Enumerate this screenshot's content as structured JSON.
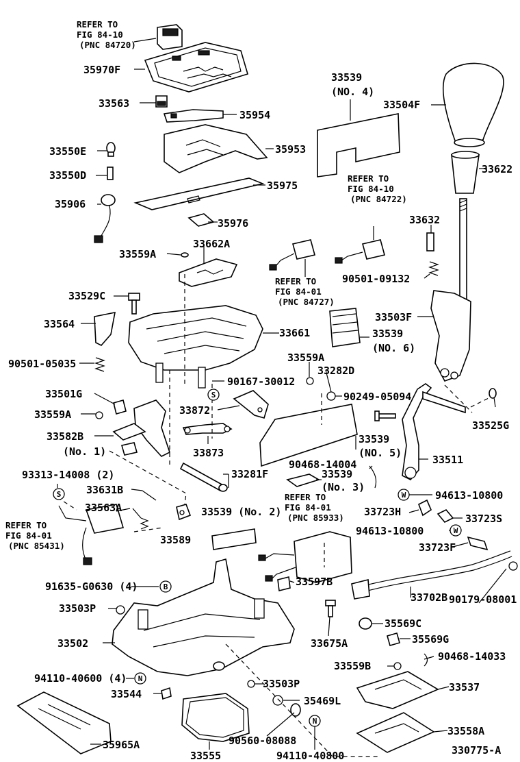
{
  "refs": [
    {
      "key": "r1",
      "lines": [
        "REFER TO",
        "FIG 84-10",
        "(PNC 84720)"
      ]
    },
    {
      "key": "r2",
      "lines": [
        "REFER TO",
        "FIG 84-10",
        "(PNC 84722)"
      ]
    },
    {
      "key": "r3",
      "lines": [
        "REFER TO",
        "FIG 84-01",
        "(PNC 84727)"
      ]
    },
    {
      "key": "r4",
      "lines": [
        "REFER TO",
        "FIG 84-01",
        "(PNC 85933)"
      ]
    },
    {
      "key": "r5",
      "lines": [
        "REFER TO",
        "FIG 84-01",
        "(PNC 85431)"
      ]
    }
  ],
  "labels": {
    "p35970F": "35970F",
    "p33563": "33563",
    "p35954": "35954",
    "p33550E": "33550E",
    "p35953": "35953",
    "p33550D": "33550D",
    "p35975": "35975",
    "p35906": "35906",
    "p35976": "35976",
    "p33539_4": "33539",
    "p33539_4b": "(NO. 4)",
    "p33504F": "33504F",
    "p33622": "33622",
    "p33632": "33632",
    "p90501_09132": "90501-09132",
    "p33559A_a": "33559A",
    "p33662A": "33662A",
    "p33529C": "33529C",
    "p33564": "33564",
    "p33661": "33661",
    "p90501_05035": "90501-05035",
    "p33503F": "33503F",
    "p33539_6": "33539",
    "p33539_6b": "(NO. 6)",
    "p33559A_b": "33559A",
    "p33282D": "33282D",
    "p90167_30012": "90167-30012",
    "p33501G": "33501G",
    "p90249_05094": "90249-05094",
    "p33559A_c": "33559A",
    "p33872": "33872",
    "p33525G": "33525G",
    "p33582B": "33582B",
    "p33582Bb": "(No. 1)",
    "p33873": "33873",
    "p33539_5": "33539",
    "p33539_5b": "(NO. 5)",
    "p33511": "33511",
    "p90468_14004": "90468-14004",
    "p93313_14008": "93313-14008 (2)",
    "p33281F": "33281F",
    "p33539_3": "33539",
    "p33539_3b": "(No. 3)",
    "p94613_10800_a": "94613-10800",
    "p33631B": "33631B",
    "p33563A": "33563A",
    "p33539_2": "33539 (No. 2)",
    "p33723H": "33723H",
    "p33723S": "33723S",
    "p94613_10800_b": "94613-10800",
    "p33589": "33589",
    "p33723F": "33723F",
    "p33597B": "33597B",
    "p91635_G0630": "91635-G0630 (4)",
    "p33503P_a": "33503P",
    "p33702B": "33702B",
    "p90179_08001": "90179-08001",
    "p33502": "33502",
    "p35569C": "35569C",
    "p33675A": "33675A",
    "p35569G": "35569G",
    "p90468_14033": "90468-14033",
    "p94110_40600": "94110-40600 (4)",
    "p33559B": "33559B",
    "p33503P_b": "33503P",
    "p33537": "33537",
    "p33544": "33544",
    "p35469L": "35469L",
    "p35965A": "35965A",
    "p90560_08088": "90560-08088",
    "p33558A": "33558A",
    "p33555": "33555",
    "p94110_40800": "94110-40800",
    "p330775A": "330775-A"
  },
  "symbols": {
    "s": "S",
    "w": "W",
    "b": "B",
    "n": "N"
  }
}
